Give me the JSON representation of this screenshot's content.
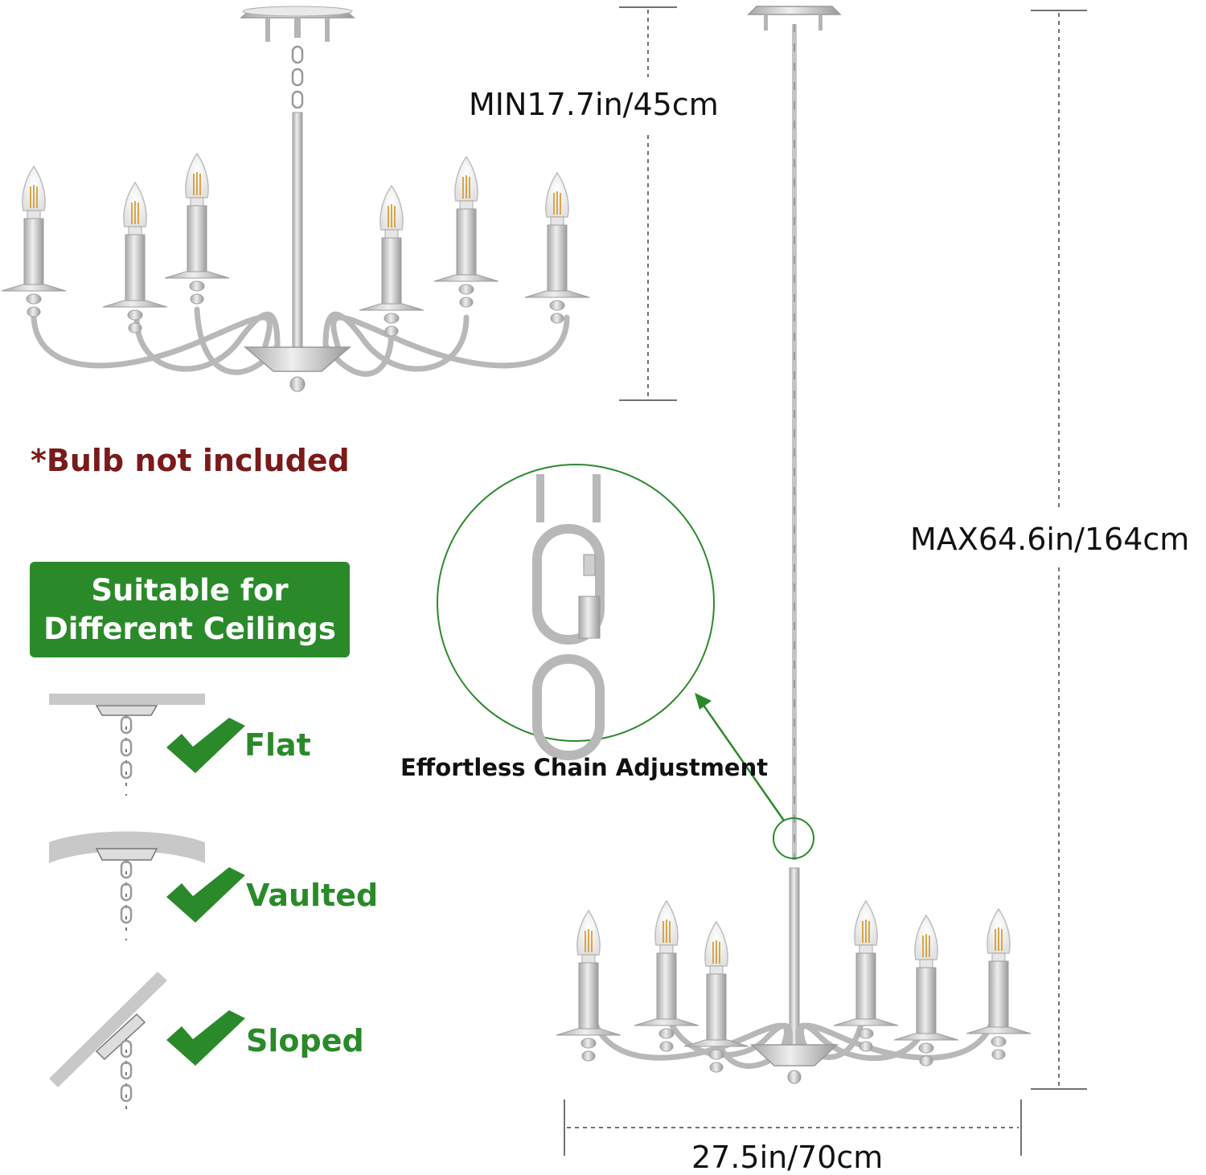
{
  "dimensions": {
    "min_height": "MIN17.7in/45cm",
    "max_height": "MAX64.6in/164cm",
    "width": "27.5in/70cm"
  },
  "note": "*Bulb not included",
  "badge": {
    "line1": "Suitable for",
    "line2": "Different Ceilings"
  },
  "ceilings": [
    {
      "label": "Flat",
      "icon": "check-icon"
    },
    {
      "label": "Vaulted",
      "icon": "check-icon"
    },
    {
      "label": "Sloped",
      "icon": "check-icon"
    }
  ],
  "callout": "Effortless Chain Adjustment",
  "colors": {
    "accent_green": "#2a8a2a",
    "note_red": "#7a1a1a",
    "metal": "#c9c9c9",
    "text": "#111111"
  }
}
